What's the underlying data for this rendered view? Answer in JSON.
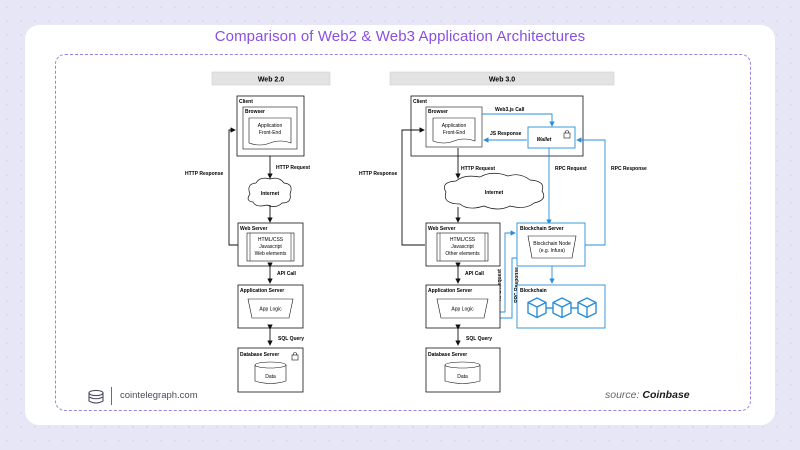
{
  "title": "Comparison of Web2 & Web3 Application Architectures",
  "web2": {
    "header": "Web 2.0",
    "client": "Client",
    "browser": "Browser",
    "app_frontend": [
      "Application",
      "Front-End"
    ],
    "http_request": "HTTP Request",
    "http_response": "HTTP Response",
    "internet": "Internet",
    "web_server": "Web Server",
    "web_content": [
      "HTML/CSS",
      "Javascript",
      "Web elements"
    ],
    "api_call": "API Call",
    "app_server": "Application Server",
    "app_logic": "App Logic",
    "sql_query": "SQL Query",
    "db_server": "Database Server",
    "data": "Data"
  },
  "web3": {
    "header": "Web 3.0",
    "client": "Client",
    "browser": "Browser",
    "app_frontend": [
      "Application",
      "Front-End"
    ],
    "web3js_call": "Web3.js Call",
    "js_response": "JS Response",
    "wallet": "Wallet",
    "http_request": "HTTP Request",
    "http_response": "HTTP Response",
    "rpc_request": "RPC Request",
    "rpc_response": "RPC Response",
    "internet": "Internet",
    "web_server": "Web Server",
    "web_content": [
      "HTML/CSS",
      "Javascript",
      "Other elements"
    ],
    "blockchain_server": "Blockchain Server",
    "blockchain_node": [
      "Blockchain Node",
      "(e.g. Infura)"
    ],
    "rpc_request_v": "RPC Request",
    "rpc_response_v": "RPC Response",
    "api_call": "API Call",
    "app_server": "Application Server",
    "app_logic": "App Logic",
    "blockchain": "Blockchain",
    "sql_query": "SQL Query",
    "db_server": "Database Server",
    "data": "Data"
  },
  "footer": {
    "site": "cointelegraph.com",
    "source_prefix": "source:",
    "source_brand": "Coinbase"
  },
  "colors": {
    "accent_purple": "#8a4fe0",
    "blockchain_blue": "#2a8fd8"
  }
}
